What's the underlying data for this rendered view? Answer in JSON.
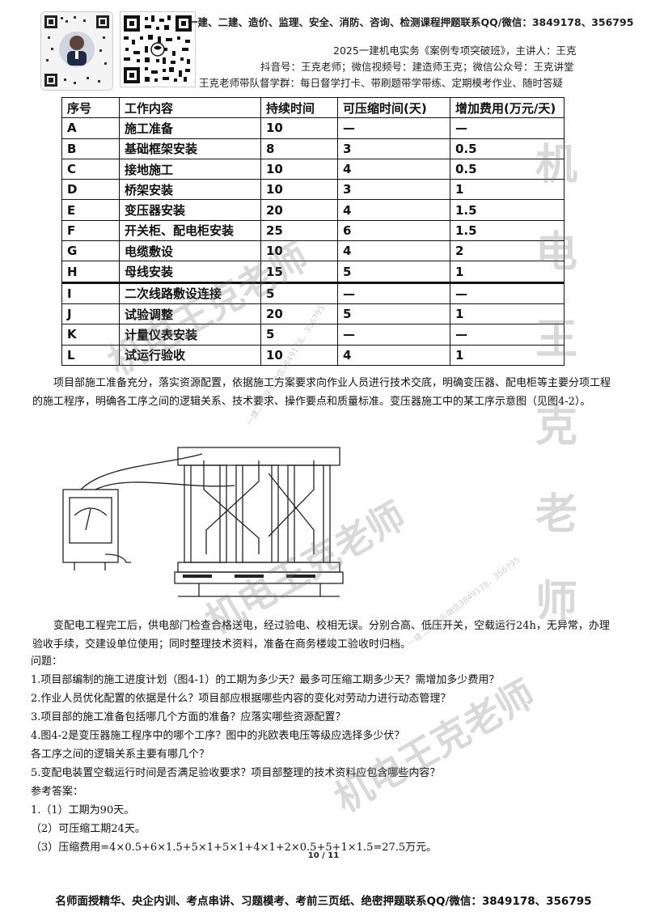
{
  "header": {
    "line1": "一建、二建、造价、监理、安全、消防、咨询、检测课程押题联系QQ/微信：3849178、356795",
    "line2": "2025一建机电实务《案例专项突破班》，主讲人：王克",
    "line3": "抖音号：王克老师；微信视频号：建造师王克；微信公众号：王克讲堂",
    "line4": "王克老师带队督学群：每日督学打卡、带刷题带学带练、定期模考作业、随时答疑"
  },
  "table": {
    "headers": [
      "序号",
      "工作内容",
      "持续时间",
      "可压缩时间(天)",
      "增加费用(万元/天)"
    ],
    "rows": [
      [
        "A",
        "施工准备",
        "10",
        "—",
        "—"
      ],
      [
        "B",
        "基础框架安装",
        "8",
        "3",
        "0.5"
      ],
      [
        "C",
        "接地施工",
        "10",
        "4",
        "0.5"
      ],
      [
        "D",
        "桥架安装",
        "10",
        "3",
        "1"
      ],
      [
        "E",
        "变压器安装",
        "20",
        "4",
        "1.5"
      ],
      [
        "F",
        "开关柜、配电柜安装",
        "25",
        "6",
        "1.5"
      ],
      [
        "G",
        "电缆敷设",
        "10",
        "4",
        "2"
      ],
      [
        "H",
        "母线安装",
        "15",
        "5",
        "1"
      ],
      [
        "I",
        "二次线路敷设连接",
        "5",
        "—",
        "—"
      ],
      [
        "J",
        "试验调整",
        "20",
        "5",
        "1"
      ],
      [
        "K",
        "计量仪表安装",
        "5",
        "—",
        "—"
      ],
      [
        "L",
        "试运行验收",
        "10",
        "4",
        "1"
      ]
    ]
  },
  "text": {
    "para1": "项目部施工准备充分，落实资源配置，依据施工方案要求向作业人员进行技术交底，明确变压器、配电柜等主要分项工程的施工程序，明确各工序之间的逻辑关系、技术要求、操作要点和质量标准。变压器施工中的某工序示意图（见图4-2）。",
    "para2": "变配电工程完工后，供电部门检查合格送电，经过验电、校相无误。分别合高、低压开关，空载运行24h，无异常，办理验收手续，交建设单位使用；同时整理技术资料，准备在商务楼竣工验收时归档。",
    "questions_label": "问题：",
    "q1": "1.项目部编制的施工进度计划（图4-1）的工期为多少天？最多可压缩工期多少天？需增加多少费用？",
    "q2": "2.作业人员优化配置的依据是什么？项目部应根据哪些内容的变化对劳动力进行动态管理？",
    "q3": "3.项目部的施工准备包括哪几个方面的准备？应落实哪些资源配置？",
    "q4a": "4.图4-2是变压器施工程序中的哪个工序？图中的兆欧表电压等级应选择多少伏？",
    "q4b": "各工序之间的逻辑关系主要有哪几个？",
    "q5": "5.变配电装置空载运行时间是否满足验收要求？项目部整理的技术资料应包含哪些内容？",
    "answers_label": "参考答案：",
    "a1": "1.（1）工期为90天。",
    "a2": "（2）可压缩工期24天。",
    "a3": "（3）压缩费用=4×0.5+6×1.5+5×1+5×1+4×1+2×0.5+5+1×1.5=27.5万元。"
  },
  "page_number": "10 / 11",
  "footer": "名师面授精华、央企内训、考点串讲、习题模考、考前三页纸、绝密押题联系QQ/微信：3849178、356795",
  "watermark": {
    "big": "机电王克老师",
    "vertical": [
      "机",
      "电",
      "王",
      "克",
      "老",
      "师"
    ],
    "small": "一建二建联系微信3849178、356795"
  }
}
